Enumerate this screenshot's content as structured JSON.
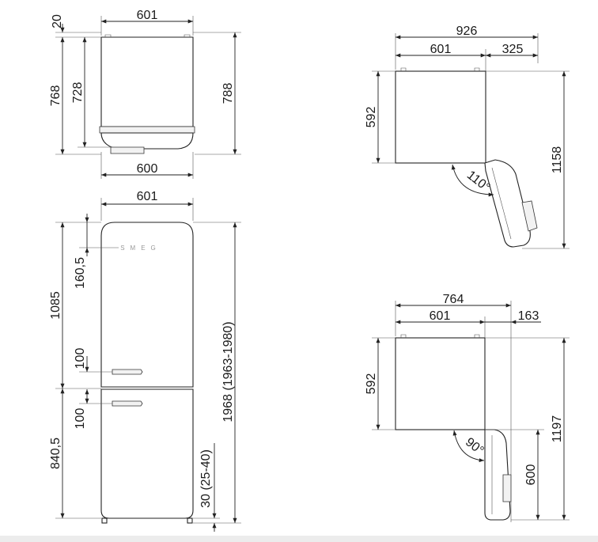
{
  "top_view": {
    "width_label": "601",
    "offset_label": "20",
    "depth_label": "768",
    "depth_body_label": "728",
    "depth_total_label": "788",
    "base_width_label": "600"
  },
  "front_view": {
    "width_label": "601",
    "fridge_height_label": "1085",
    "logo_offset_label": "160,5",
    "handle_upper_label": "100",
    "handle_lower_label": "100",
    "freezer_height_label": "840,5",
    "feet_label": "30 (25-40)",
    "total_height_label": "1968 (1963-1980)",
    "logo_text": "SMEG"
  },
  "side_view_110": {
    "total_width_label": "926",
    "body_width_label": "601",
    "door_width_label": "325",
    "height_label": "592",
    "angle_label": "110°",
    "door_height_label": "1158"
  },
  "side_view_90": {
    "total_width_label": "764",
    "body_width_label": "601",
    "door_width_label": "163",
    "height_label": "592",
    "angle_label": "90°",
    "door_low_label": "600",
    "door_height_label": "1197"
  }
}
